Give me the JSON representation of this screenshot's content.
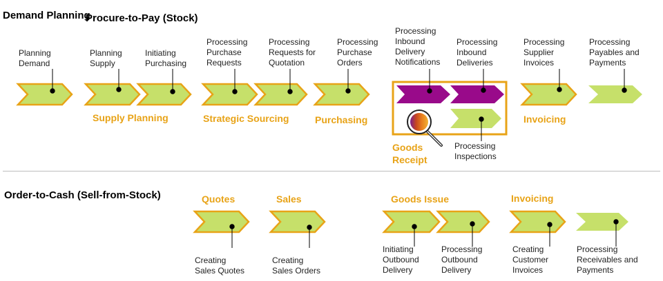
{
  "headings": {
    "demand_planning": "Demand\nPlanning",
    "procure_to_pay": "Procure-to-Pay (Stock)",
    "order_to_cash": "Order-to-Cash (Sell-from-Stock)"
  },
  "procure": {
    "planning_demand": "Planning\nDemand",
    "planning_supply": "Planning\nSupply",
    "initiating_purchasing": "Initiating\nPurchasing",
    "processing_purchase_requests": "Processing\nPurchase\nRequests",
    "processing_requests_quotation": "Processing\nRequests for\nQuotation",
    "processing_purchase_orders": "Processing\nPurchase\nOrders",
    "processing_inbound_delivery_notifications": "Processing\nInbound\nDelivery\nNotifications",
    "processing_inbound_deliveries": "Processing\nInbound\nDeliveries",
    "processing_supplier_invoices": "Processing\nSupplier\nInvoices",
    "processing_payables_payments": "Processing\nPayables and\nPayments",
    "processing_inspections": "Processing\nInspections"
  },
  "procure_groups": {
    "supply_planning": "Supply Planning",
    "strategic_sourcing": "Strategic Sourcing",
    "purchasing": "Purchasing",
    "goods_receipt": "Goods\nReceipt",
    "invoicing": "Invoicing"
  },
  "cash_groups": {
    "quotes": "Quotes",
    "sales": "Sales",
    "goods_issue": "Goods Issue",
    "invoicing": "Invoicing"
  },
  "cash": {
    "creating_sales_quotes": "Creating\nSales Quotes",
    "creating_sales_orders": "Creating\nSales Orders",
    "initiating_outbound_delivery": "Initiating\nOutbound\nDelivery",
    "processing_outbound_delivery": "Processing\nOutbound\nDelivery",
    "creating_customer_invoices": "Creating\nCustomer\nInvoices",
    "processing_receivables_payments": "Processing\nReceivables and\nPayments"
  },
  "colors": {
    "chevron_green": "#c6e06a",
    "chevron_border": "#e8a317",
    "chevron_purple": "#990a8a",
    "group_text": "#e8a317",
    "heading_text": "#000000"
  },
  "icons": {
    "magnifier": "magnifier-icon"
  }
}
